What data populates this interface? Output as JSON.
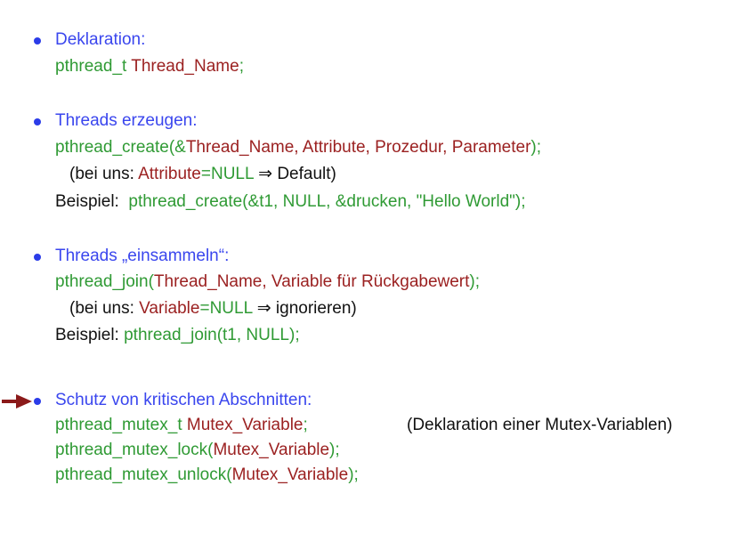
{
  "colors": {
    "heading": "#3a46ee",
    "code": "#2f9a34",
    "param": "#9b2121",
    "text": "#111111",
    "arrow": "#8b1a1a"
  },
  "s1": {
    "heading": "Deklaration:",
    "c1": "pthread_t ",
    "c2": "Thread_Name",
    "c3": ";"
  },
  "s2": {
    "heading": "Threads erzeugen:",
    "l1": [
      "pthread_create(&",
      "Thread_Name, Attribute, Prozedur, Parameter",
      ");"
    ],
    "l2": [
      "(bei uns: ",
      "Attribute",
      "=NULL",
      " ⇒ Default)"
    ],
    "ex_label": "Beispiel:",
    "ex_code": "pthread_create(&t1, NULL, &drucken, \"Hello World\");"
  },
  "s3": {
    "heading": "Threads „einsammeln“:",
    "l1": [
      "pthread_join(",
      "Thread_Name, Variable für Rückgabewert",
      ");"
    ],
    "l2": [
      "(bei uns: ",
      "Variable",
      "=NULL",
      " ⇒ ignorieren)"
    ],
    "ex_label": "Beispiel:",
    "ex_code": "pthread_join(t1, NULL);"
  },
  "s4": {
    "heading": "Schutz von kritischen Abschnitten:",
    "l1": [
      "pthread_mutex_t ",
      "Mutex_Variable",
      ";"
    ],
    "note": "(Deklaration einer Mutex-Variablen)",
    "l2": [
      "pthread_mutex_lock(",
      "Mutex_Variable",
      ");"
    ],
    "l3": [
      "pthread_mutex_unlock(",
      "Mutex_Variable",
      ");"
    ]
  }
}
